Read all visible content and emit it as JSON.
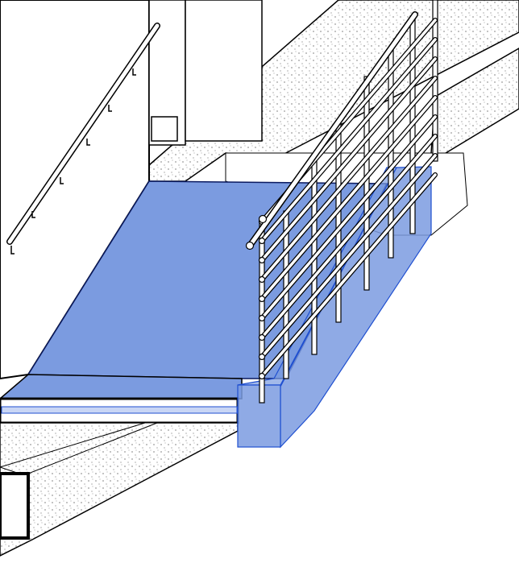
{
  "view": {
    "kind": "3D architectural model view",
    "colors": {
      "background": "#ffffff",
      "selection_fill": "#7b9be0",
      "selection_edge": "#1f4fd0",
      "line": "#000000",
      "concrete_stipple": "#333333"
    },
    "elements": [
      "wall",
      "concrete-walls",
      "floor-slab",
      "support-beam",
      "guard-railing",
      "wall-handrail",
      "foundation-block"
    ]
  }
}
